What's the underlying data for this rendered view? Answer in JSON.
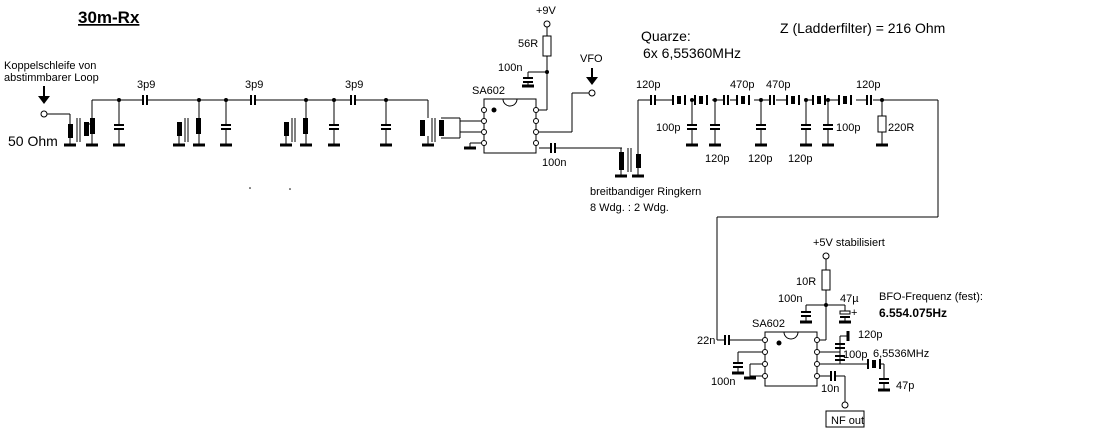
{
  "title": "30m-Rx",
  "input": {
    "loop_label_1": "Koppelschleife von",
    "loop_label_2": "abstimmbarer Loop",
    "impedance": "50 Ohm"
  },
  "input_filter": {
    "cap_1": "3p9",
    "cap_2": "3p9",
    "cap_3": "3p9"
  },
  "mixer": {
    "ic": "SA602",
    "supply": "+9V",
    "resistor": "56R",
    "decoupling": "100n",
    "vfo": "VFO",
    "output_cap": "100n"
  },
  "transformer": {
    "line_1": "breitbandiger Ringkern",
    "line_2": "8 Wdg. : 2 Wdg."
  },
  "crystal_filter": {
    "quartz_label": "Quarze:",
    "quartz_spec": "6x 6,55360MHz",
    "impedance_note": "Z (Ladderfilter) = 216 Ohm",
    "series_caps": [
      "120p",
      "470p",
      "470p",
      "120p"
    ],
    "shunt_caps_upper": [
      "100p",
      "100p"
    ],
    "shunt_caps_lower": [
      "120p",
      "120p",
      "120p"
    ],
    "termination": "220R"
  },
  "product_detector": {
    "ic": "SA602",
    "supply": "+5V stabilisiert",
    "resistor": "10R",
    "decoupling": "100n",
    "electrolytic": "47µ",
    "bfo_label": "BFO-Frequenz (fest):",
    "bfo_freq": "6.554.075Hz",
    "input_cap": "22n",
    "pin_cap": "100n",
    "osc_cap_1": "120p",
    "osc_cap_2": "100p",
    "crystal": "6,5536MHz",
    "trim_cap": "47p",
    "out_cap": "10n",
    "output": "NF out"
  }
}
